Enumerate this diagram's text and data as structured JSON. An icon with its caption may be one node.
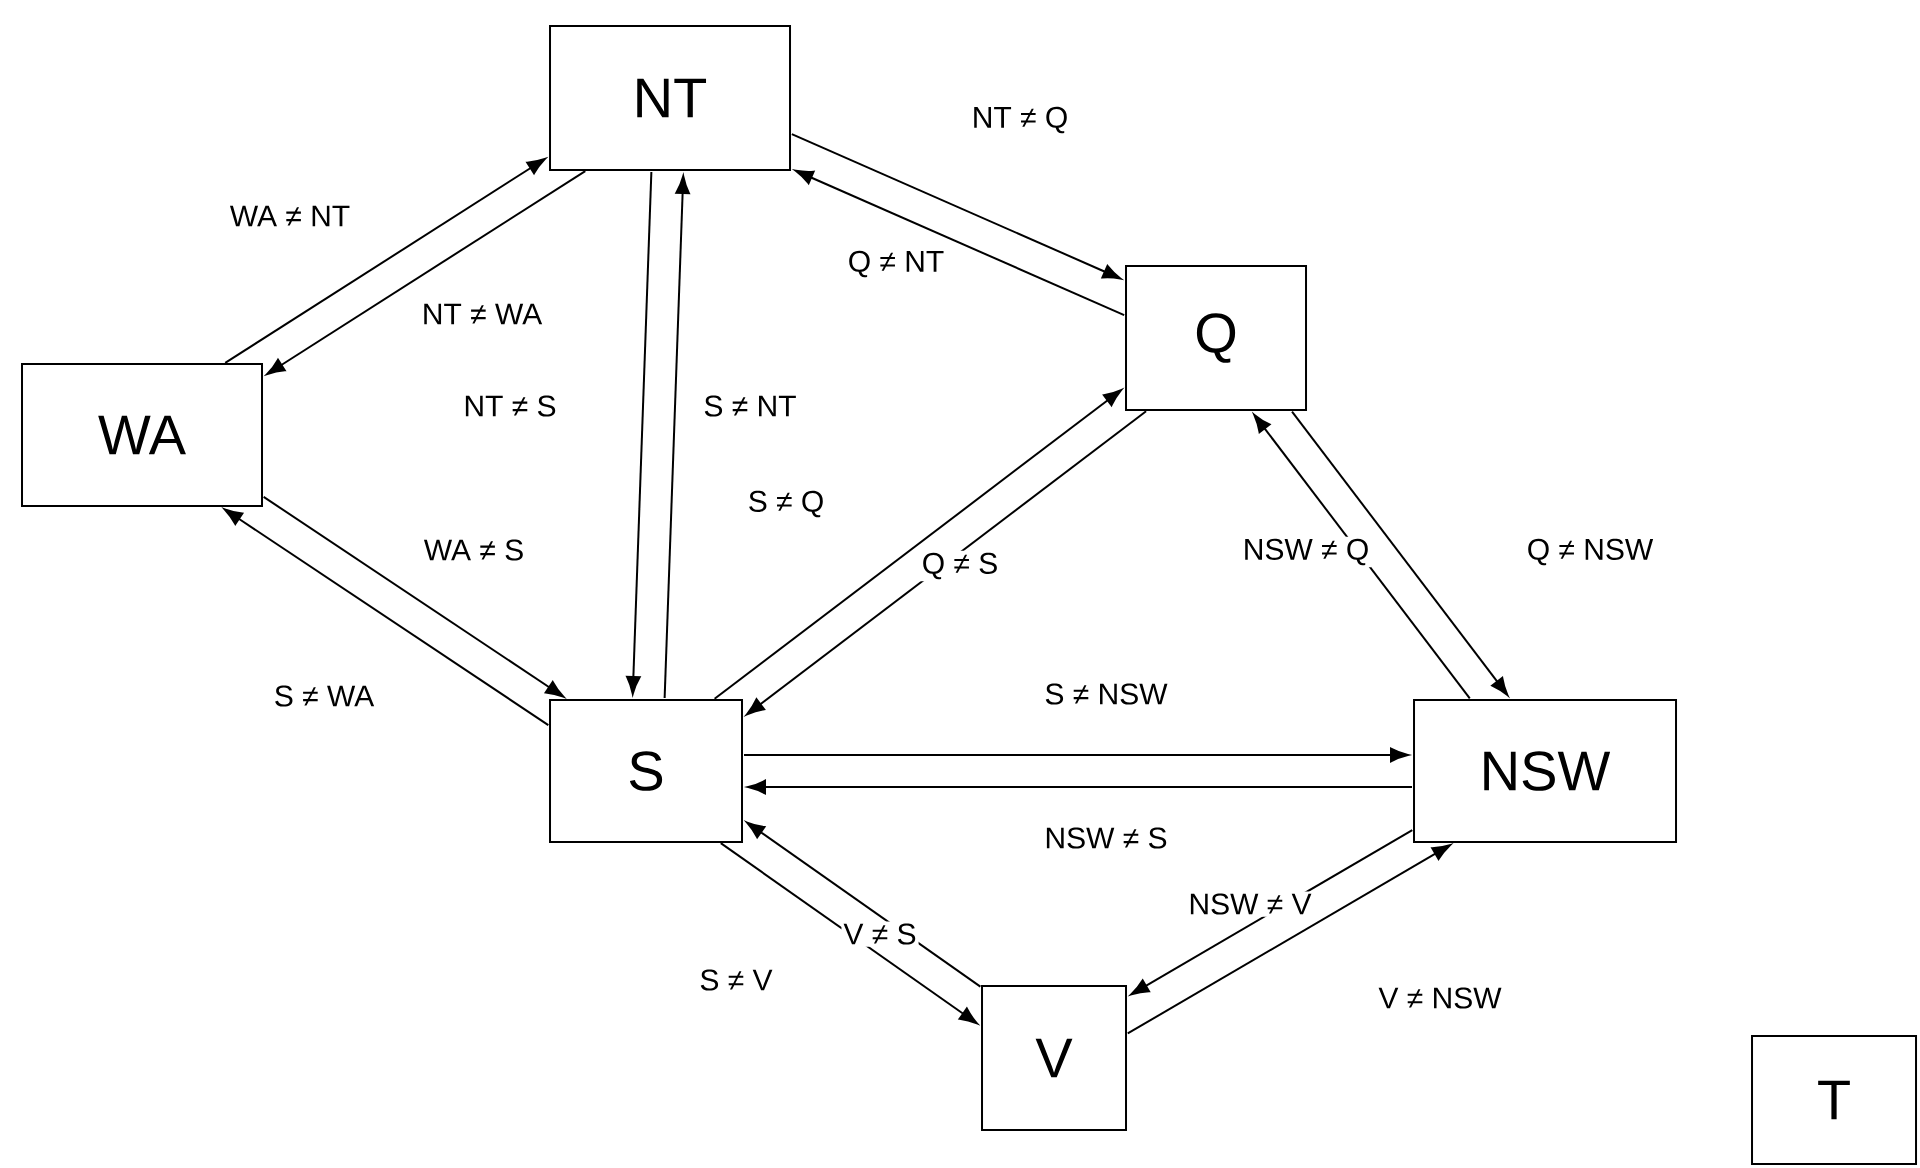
{
  "diagram": {
    "nodes": [
      {
        "text": [
          "WA"
        ]
      },
      {
        "text": [
          "NT"
        ]
      },
      {
        "text": [
          "Q"
        ]
      },
      {
        "text": [
          "S"
        ]
      },
      {
        "text": [
          "NSW"
        ]
      },
      {
        "text": [
          "V"
        ]
      },
      {
        "text": [
          "T"
        ]
      }
    ],
    "edges": [
      {
        "from": 0,
        "to": 1,
        "arrow": "to",
        "label": "WA ≠ NT"
      },
      {
        "from": 1,
        "to": 0,
        "arrow": "to",
        "label": "NT ≠ WA"
      },
      {
        "from": 1,
        "to": 3,
        "arrow": "to",
        "label": "NT ≠ S"
      },
      {
        "from": 3,
        "to": 1,
        "arrow": "to",
        "label": "S ≠ NT"
      },
      {
        "from": 1,
        "to": 2,
        "arrow": "to",
        "label": "NT ≠ Q"
      },
      {
        "from": 2,
        "to": 1,
        "arrow": "to",
        "label": "Q ≠ NT"
      },
      {
        "from": 3,
        "to": 2,
        "arrow": "to",
        "label": "S ≠ Q"
      },
      {
        "from": 2,
        "to": 3,
        "arrow": "to",
        "label": "Q ≠ S"
      },
      {
        "from": 4,
        "to": 2,
        "arrow": "to",
        "label": "NSW ≠ Q"
      },
      {
        "from": 2,
        "to": 4,
        "arrow": "to",
        "label": "Q ≠ NSW"
      },
      {
        "from": 3,
        "to": 0,
        "arrow": "to",
        "label": "S ≠ WA"
      },
      {
        "from": 0,
        "to": 3,
        "arrow": "to",
        "label": "WA ≠ S"
      },
      {
        "from": 3,
        "to": 4,
        "arrow": "to",
        "label": "S ≠ NSW"
      },
      {
        "from": 4,
        "to": 3,
        "arrow": "to",
        "label": "NSW ≠ S"
      },
      {
        "from": 5,
        "to": 3,
        "arrow": "to",
        "label": "V ≠ S"
      },
      {
        "from": 3,
        "to": 5,
        "arrow": "to",
        "label": "S ≠ V"
      },
      {
        "from": 4,
        "to": 5,
        "arrow": "to",
        "label": "NSW ≠ V"
      },
      {
        "from": 5,
        "to": 4,
        "arrow": "to",
        "label": "V ≠ NSW"
      }
    ]
  }
}
